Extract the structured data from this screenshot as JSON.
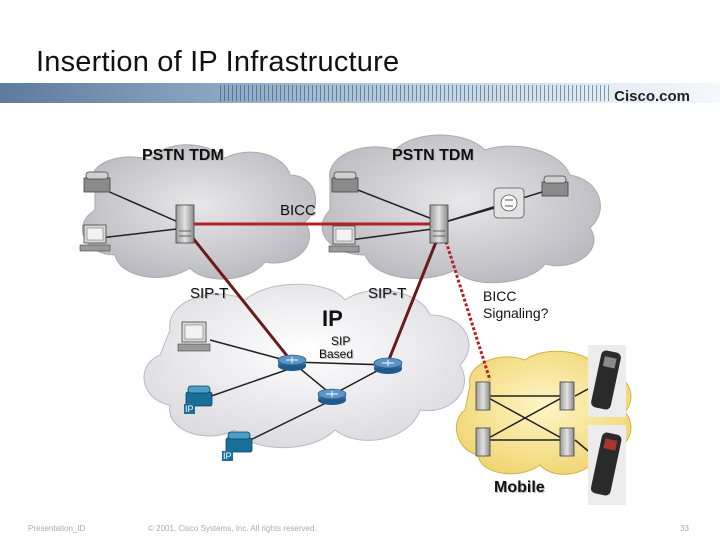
{
  "slide": {
    "title": "Insertion of IP Infrastructure",
    "brand": "Cisco.com"
  },
  "labels": {
    "pstn_left": "PSTN TDM",
    "pstn_right": "PSTN TDM",
    "bicc": "BICC",
    "sip_t_left": "SIP-T",
    "sip_t_right": "SIP-T",
    "ip": "IP",
    "sip_based_line1": "SIP",
    "sip_based_line2": "Based",
    "bicc_signaling_line1": "BICC",
    "bicc_signaling_line2": "Signaling?",
    "mobile": "Mobile",
    "ip_phone_1": "IP",
    "ip_phone_2": "IP"
  },
  "footer": {
    "left": "Presentation_ID",
    "center": "© 2001, Cisco Systems, Inc. All rights reserved.",
    "page": "33"
  },
  "colors": {
    "cloud_gray": "#c9c9cd",
    "cloud_white": "#f4f4f6",
    "cloud_yellow": "#f6e38e",
    "link_red": "#b22222",
    "link_dark": "#3a1a1a",
    "router_blue": "#2a6fa8",
    "phone_teal": "#1a6f9a"
  },
  "icons": [
    "phone-icon",
    "computer-icon",
    "server-icon",
    "router-icon",
    "ip-phone-icon",
    "mobile-phone-icon",
    "switch-icon"
  ]
}
